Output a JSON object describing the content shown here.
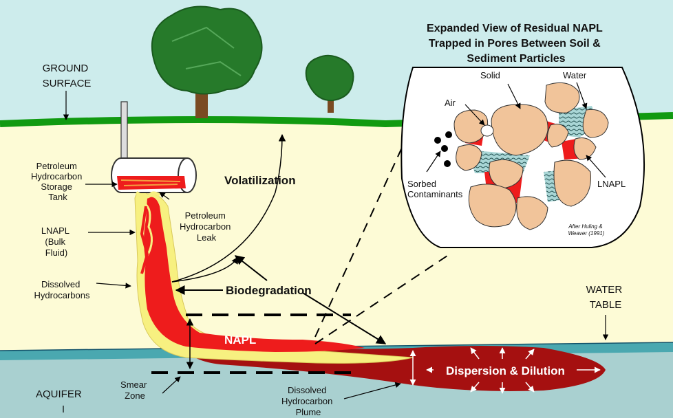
{
  "labels": {
    "ground_surface": [
      "GROUND",
      "SURFACE"
    ],
    "tank": [
      "Petroleum",
      "Hydrocarbon",
      "Storage",
      "Tank"
    ],
    "lnapl_bulk": [
      "LNAPL",
      "(Bulk",
      "Fluid)"
    ],
    "dissolved_hydrocarbons": [
      "Dissolved",
      "Hydrocarbons"
    ],
    "leak": [
      "Petroleum",
      "Hydrocarbon",
      "Leak"
    ],
    "volatilization": "Volatilization",
    "biodegradation": "Biodegradation",
    "napl": "NAPL",
    "water_table": [
      "WATER",
      "TABLE"
    ],
    "aquifer": "AQUIFER",
    "smear_zone": [
      "Smear",
      "Zone"
    ],
    "plume": [
      "Dissolved",
      "Hydrocarbon",
      "Plume"
    ],
    "dispersion": "Dispersion & Dilution"
  },
  "inset": {
    "title": [
      "Expanded View of Residual NAPL",
      "Trapped in Pores Between Soil &",
      "Sediment Particles"
    ],
    "solid": "Solid",
    "water": "Water",
    "air": "Air",
    "sorbed": [
      "Sorbed",
      "Contaminants"
    ],
    "lnapl": "LNAPL",
    "credit": [
      "After Huling &",
      "Weaver (1991)"
    ]
  },
  "colors": {
    "sky": "#cdecec",
    "soil": "#fdfbd6",
    "grass": "#119a11",
    "water_band": "#4aa8b0",
    "aquifer": "#a9d0d0",
    "napl_red": "#ee1c1c",
    "plume_dark": "#a51010",
    "dissolved_yellow": "#f7f080",
    "particle": "#f1c49a",
    "tree_green": "#267a2a",
    "trunk": "#7a4a22"
  }
}
